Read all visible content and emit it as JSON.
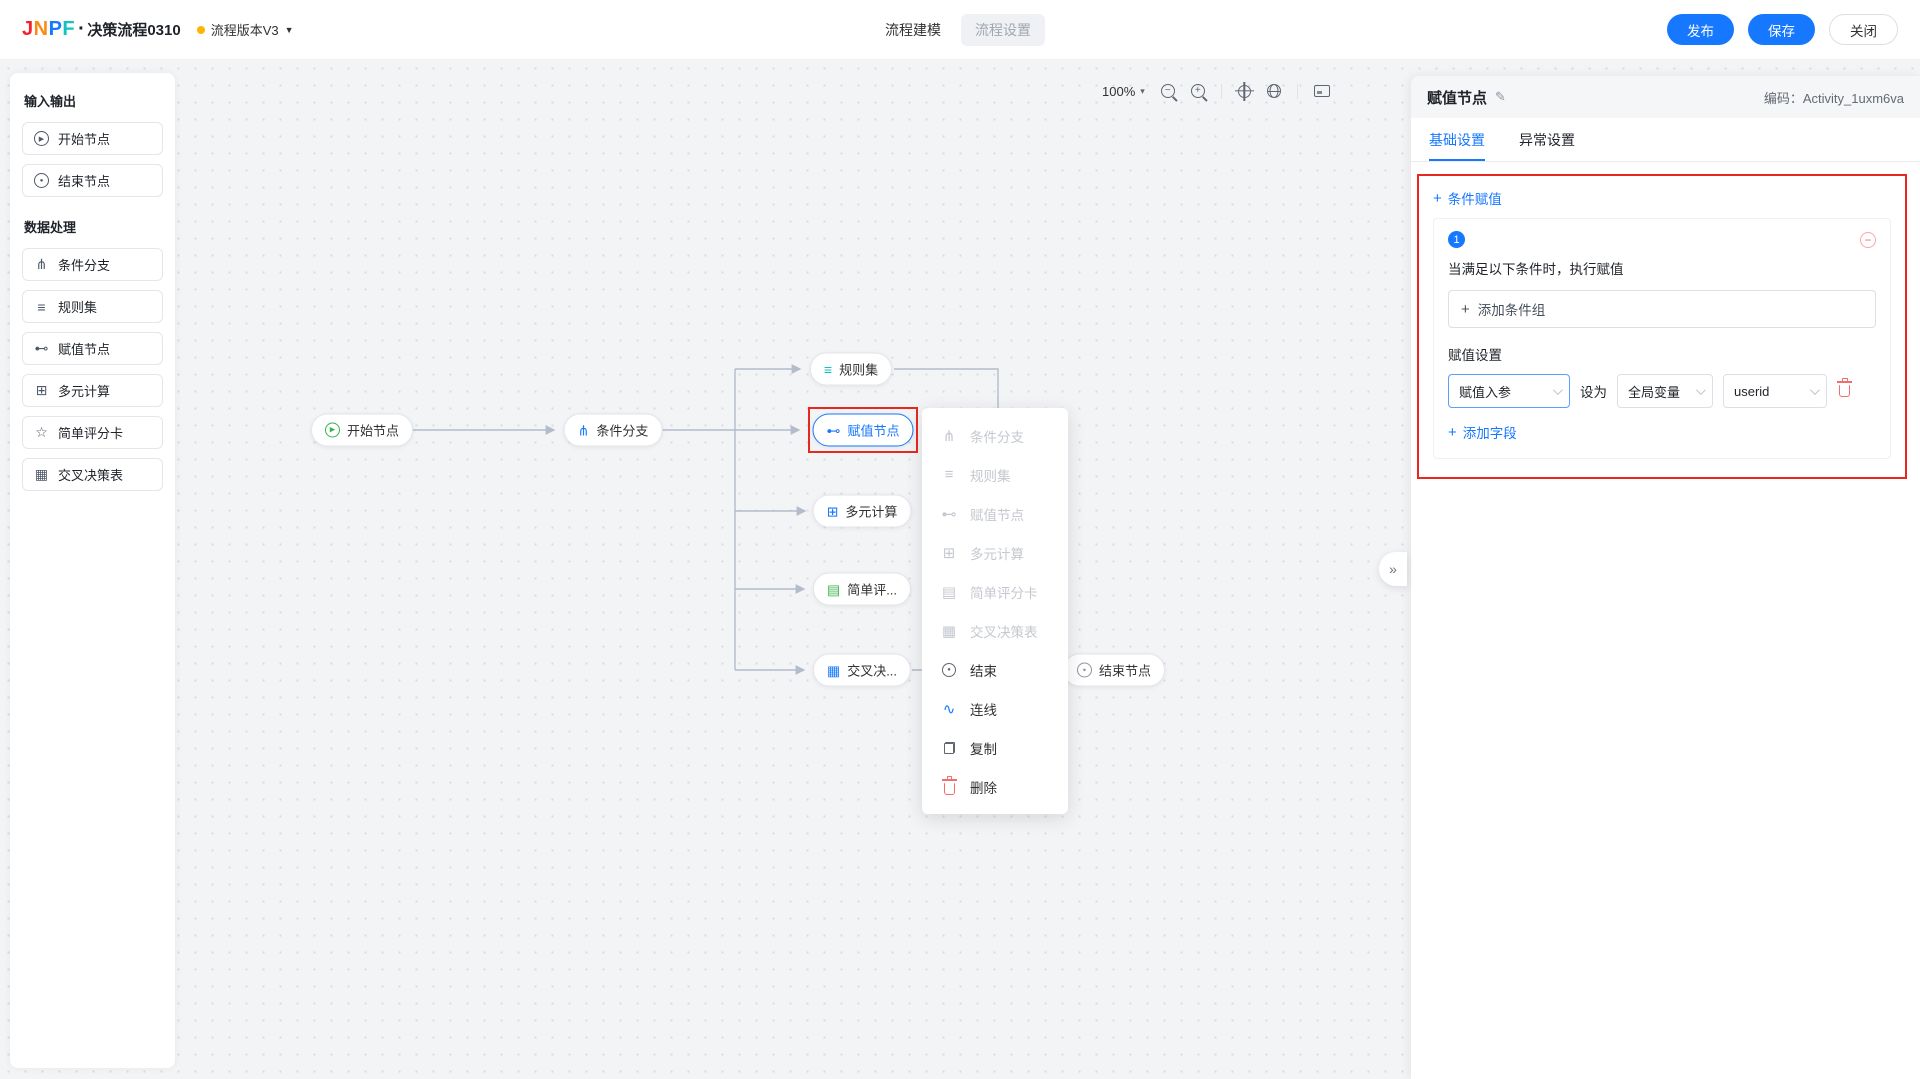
{
  "colors": {
    "accent": "#1677ff",
    "danger": "#f56c6c",
    "annotation_red": "#e8281e",
    "version_dot": "#ffb400"
  },
  "icons": {
    "plus": "+",
    "minus": "−",
    "pencil": "✎",
    "caret": "▼",
    "dropdown_caret": "▾",
    "collapse": "»",
    "dot": "●",
    "play": "▶"
  },
  "topbar": {
    "logo_letters": [
      "J",
      "N",
      "P",
      "F"
    ],
    "logo_dot": "·",
    "title": "决策流程0310",
    "version_label": "流程版本V3",
    "tabs": [
      {
        "label": "流程建模"
      },
      {
        "label": "流程设置"
      }
    ],
    "publish_button": "发布",
    "save_button": "保存",
    "close_button": "关闭"
  },
  "sidebar": {
    "sections": [
      {
        "title": "输入输出",
        "items": [
          {
            "label": "开始节点",
            "glyph": "▶"
          },
          {
            "label": "结束节点",
            "glyph": "●"
          }
        ]
      },
      {
        "title": "数据处理",
        "items": [
          {
            "label": "条件分支",
            "glyph": "⋔"
          },
          {
            "label": "规则集",
            "glyph": "≡"
          },
          {
            "label": "赋值节点",
            "glyph": "⊷"
          },
          {
            "label": "多元计算",
            "glyph": "⊞"
          },
          {
            "label": "简单评分卡",
            "glyph": "☆"
          },
          {
            "label": "交叉决策表",
            "glyph": "▦"
          }
        ]
      }
    ]
  },
  "canvas": {
    "toolbar": {
      "zoom_level": "100%"
    },
    "collapse_handle": "»",
    "nodes": {
      "start": {
        "label": "开始节点",
        "glyph": "▶"
      },
      "branch": {
        "label": "条件分支",
        "glyph": "⋔"
      },
      "ruleset": {
        "label": "规则集",
        "glyph": "≡"
      },
      "assign": {
        "label": "赋值节点",
        "glyph": "⊷"
      },
      "calc": {
        "label": "多元计算",
        "glyph": "⊞"
      },
      "score": {
        "label": "简单评...",
        "glyph": "▤"
      },
      "cross": {
        "label": "交叉决...",
        "glyph": "▦"
      },
      "end": {
        "label": "结束节点",
        "glyph": "●"
      }
    },
    "context_menu": {
      "items": [
        {
          "label": "条件分支",
          "glyph": "⋔",
          "enabled": false
        },
        {
          "label": "规则集",
          "glyph": "≡",
          "enabled": false
        },
        {
          "label": "赋值节点",
          "glyph": "⊷",
          "enabled": false
        },
        {
          "label": "多元计算",
          "glyph": "⊞",
          "enabled": false
        },
        {
          "label": "简单评分卡",
          "glyph": "▤",
          "enabled": false
        },
        {
          "label": "交叉决策表",
          "glyph": "▦",
          "enabled": false
        },
        {
          "label": "结束",
          "glyph": "●",
          "enabled": true
        },
        {
          "label": "连线",
          "glyph": "∿",
          "enabled": true
        },
        {
          "label": "复制",
          "glyph": "",
          "enabled": true
        },
        {
          "label": "删除",
          "glyph": "",
          "enabled": true,
          "danger": true
        }
      ]
    }
  },
  "panel": {
    "title": "赋值节点",
    "code": "编码：Activity_1uxm6va",
    "tabs": [
      {
        "label": "基础设置"
      },
      {
        "label": "异常设置"
      }
    ],
    "section": {
      "add_condition": "条件赋值",
      "badge": "1",
      "condition_hint": "当满足以下条件时，执行赋值",
      "add_condition_group": "添加条件组",
      "assignment_title": "赋值设置",
      "selects": {
        "field": "赋值入参",
        "set_as": "设为",
        "scope": "全局变量",
        "value": "userid"
      },
      "add_field": "添加字段"
    }
  }
}
